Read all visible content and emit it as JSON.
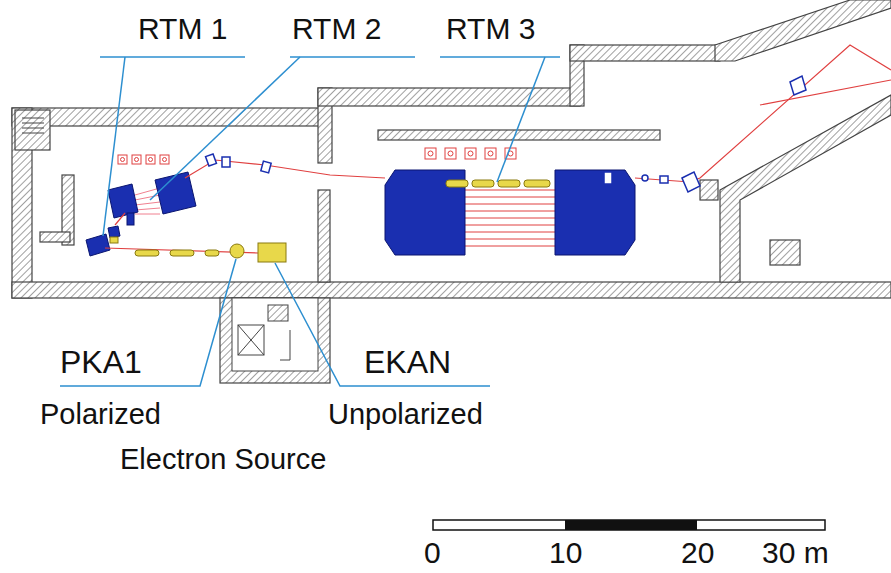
{
  "diagram": {
    "labels": [
      "RTM 1",
      "RTM 2",
      "RTM 3",
      "PKA1",
      "EKAN",
      "Polarized",
      "Unpolarized",
      "Electron Source",
      "0",
      "10",
      "20",
      "30 m"
    ]
  }
}
